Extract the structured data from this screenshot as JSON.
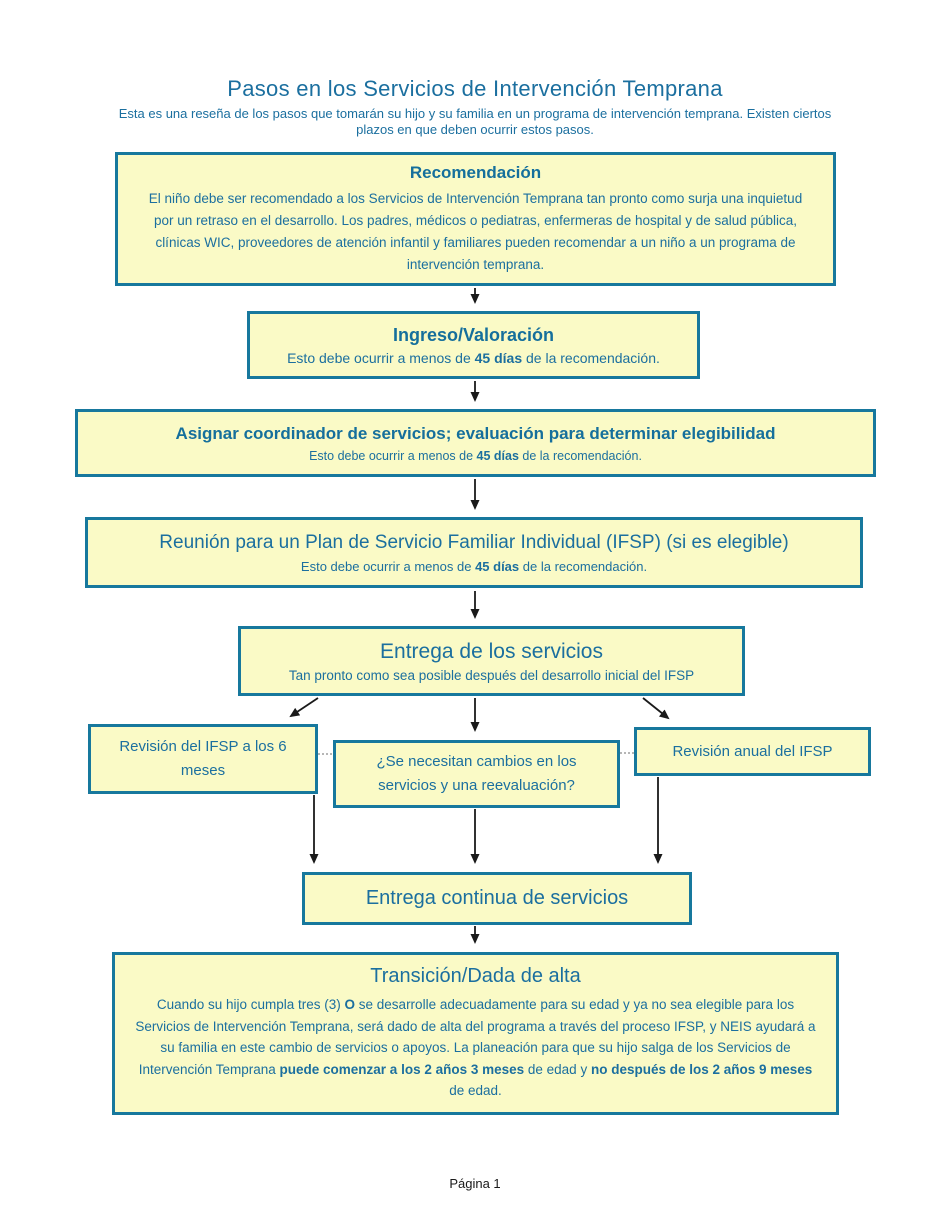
{
  "page": {
    "title": "Pasos en los Servicios de Intervención Temprana",
    "subtitle": "Esta es una reseña de los pasos que tomarán su hijo y su familia en un programa de intervención temprana. Existen ciertos plazos en que deben ocurrir estos pasos.",
    "footer": "Página 1"
  },
  "colors": {
    "accent_border": "#17789d",
    "box_fill": "#fafac6",
    "text_blue": "#1b6f9f",
    "arrow_black": "#1a1a1a"
  },
  "flow": {
    "recomendacion": {
      "title": "Recomendación",
      "body": "El niño debe ser recomendado a los Servicios de Intervención Temprana tan pronto como surja una inquietud por un retraso en el desarrollo. Los padres, médicos o pediatras, enfermeras de hospital y de salud pública, clínicas WIC, proveedores de atención infantil y familiares pueden recomendar a un niño a un programa de intervención temprana."
    },
    "plazo": {
      "pre": "Esto debe ocurrir a menos de ",
      "bold": "45 días",
      "post": " de la recomendación."
    },
    "ingreso": {
      "title": "Ingreso/Valoración"
    },
    "coordinador": {
      "title": "Asignar coordinador de servicios; evaluación para determinar elegibilidad"
    },
    "reunion": {
      "title": "Reunión para un Plan de Servicio Familiar Individual (IFSP) (si es elegible)"
    },
    "entrega": {
      "title": "Entrega de los servicios",
      "body": "Tan pronto como sea posible después del desarrollo inicial del IFSP"
    },
    "revision6": {
      "title": "Revisión del IFSP a los 6 meses"
    },
    "cambios": {
      "title": "¿Se necesitan cambios en los servicios y una reevaluación?"
    },
    "revision_anual": {
      "title": "Revisión anual del IFSP"
    },
    "entrega_continua": {
      "title": "Entrega continua de servicios"
    },
    "transicion": {
      "title": "Transición/Dada de alta",
      "seg1": "Cuando su hijo cumpla tres (3) ",
      "seg2": "O",
      "seg3": " se desarrolle adecuadamente para su edad y ya no sea elegible para los Servicios de Intervención Temprana, será dado de alta del programa a través del proceso IFSP, y NEIS ayudará a su familia en este cambio de servicios o apoyos. La planeación para que su hijo salga de los Servicios de Intervención Temprana ",
      "seg4": "puede comenzar a los 2 años 3 meses",
      "seg5": " de edad y ",
      "seg6": "no después de los 2 años 9 meses",
      "seg7": " de edad."
    }
  }
}
